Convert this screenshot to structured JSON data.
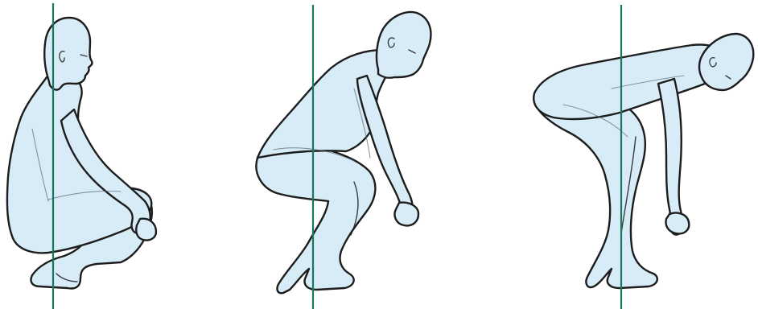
{
  "colors": {
    "skin": "#d7ecf7",
    "outline": "#1d1d1d",
    "plumb_line": "#17785d",
    "background": "#ffffff"
  },
  "figures": [
    {
      "pose": "deep-squat"
    },
    {
      "pose": "half-squat"
    },
    {
      "pose": "hip-hinge"
    }
  ]
}
